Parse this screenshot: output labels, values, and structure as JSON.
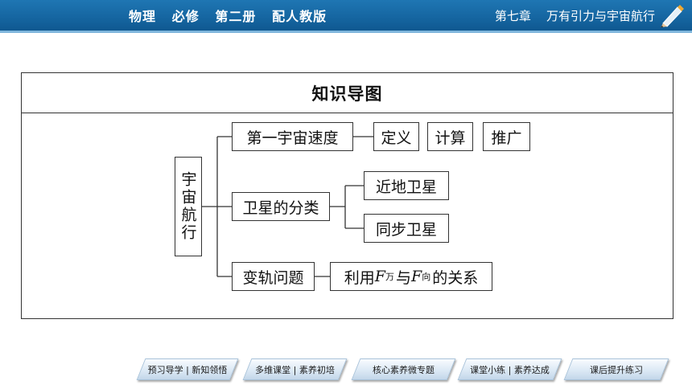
{
  "header": {
    "book": "物理   必修   第二册   配人教版",
    "chapter": "第七章    万有引力与宇宙航行",
    "bg_color": "#1565a0",
    "icon": "pencil-icon"
  },
  "frame": {
    "title": "知识导图"
  },
  "diagram": {
    "root": "宇宙航行",
    "branches": [
      {
        "label": "第一宇宙速度",
        "children": [
          "定义",
          "计算",
          "推广"
        ]
      },
      {
        "label": "卫星的分类",
        "children": [
          "近地卫星",
          "同步卫星"
        ]
      },
      {
        "label": "变轨问题",
        "children": [
          {
            "pre": "利用 ",
            "f1": "F",
            "s1": "万",
            "mid": "与 ",
            "f2": "F",
            "s2": "向",
            "post": "的关系"
          }
        ]
      }
    ]
  },
  "nav": [
    "预习导学 | 新知领悟",
    "多维课堂 | 素养初培",
    "核心素养微专题",
    "课堂小练 | 素养达成",
    "课后提升练习"
  ]
}
